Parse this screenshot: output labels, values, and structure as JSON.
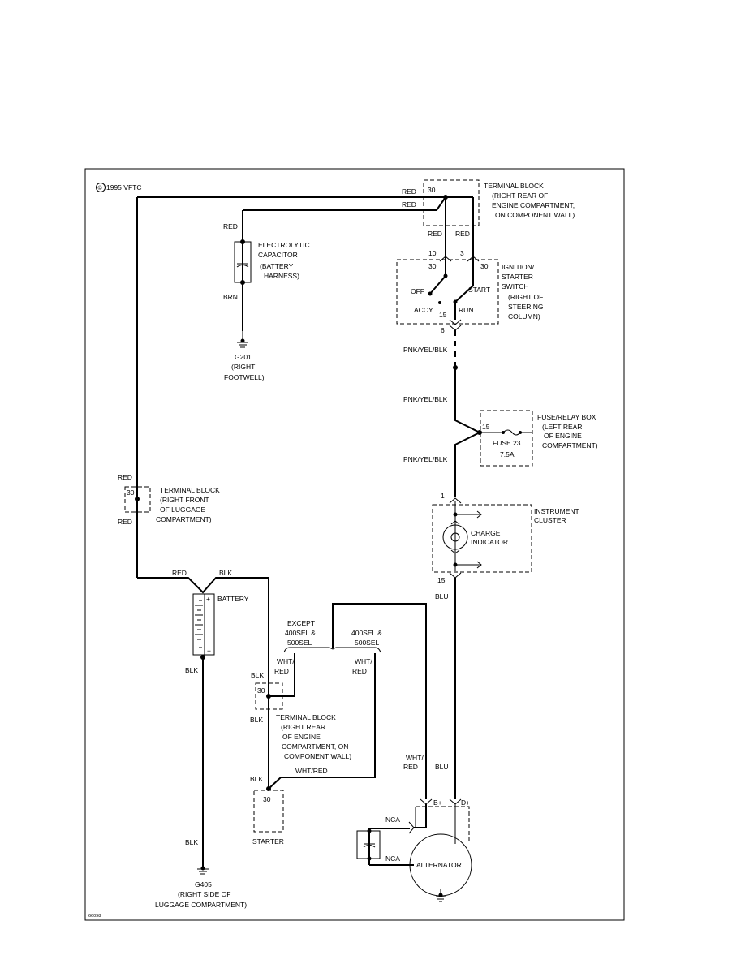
{
  "copyright": "1995 VFTC",
  "copyright_symbol": "©",
  "figure_id": "66098",
  "wires": {
    "red": "RED",
    "brn": "BRN",
    "blk": "BLK",
    "blu": "BLU",
    "pnk_yel_blk": "PNK/YEL/BLK",
    "wht_red": "WHT/RED",
    "wht_slash": "WHT/",
    "nca": "NCA"
  },
  "terminal_block_top": {
    "pin": "30",
    "label": [
      "TERMINAL BLOCK",
      "(RIGHT REAR OF",
      "ENGINE COMPARTMENT,",
      "ON COMPONENT WALL)"
    ]
  },
  "capacitor": {
    "label": [
      "ELECTROLYTIC",
      "CAPACITOR",
      "(BATTERY",
      "HARNESS)"
    ]
  },
  "ground_g201": {
    "label": [
      "G201",
      "(RIGHT",
      "FOOTWELL)"
    ]
  },
  "ignition_switch": {
    "pin_left_top": "10",
    "pin_right_top": "3",
    "pin_left": "30",
    "pin_right": "30",
    "pin_bottom": "15",
    "pin_out": "6",
    "off": "OFF",
    "start": "START",
    "accy": "ACCY",
    "run": "RUN",
    "label": [
      "IGNITION/",
      "STARTER",
      "SWITCH",
      "(RIGHT OF",
      "STEERING",
      "COLUMN)"
    ]
  },
  "fuse_box": {
    "pin": "15",
    "fuse": "FUSE 23",
    "rating": "7.5A",
    "label": [
      "FUSE/RELAY BOX",
      "(LEFT REAR",
      "OF ENGINE",
      "COMPARTMENT)"
    ]
  },
  "terminal_block_luggage": {
    "pin": "30",
    "label": [
      "TERMINAL BLOCK",
      "(RIGHT FRONT",
      "OF LUGGAGE",
      "COMPARTMENT)"
    ]
  },
  "instrument_cluster": {
    "pin_top": "1",
    "pin_bottom": "15",
    "indicator": [
      "CHARGE",
      "INDICATOR"
    ],
    "label": [
      "INSTRUMENT",
      "CLUSTER"
    ]
  },
  "battery": {
    "label": "BATTERY",
    "plus": "+",
    "minus": "−"
  },
  "variants": {
    "except": [
      "EXCEPT",
      "400SEL &",
      "500SEL"
    ],
    "only": [
      "400SEL &",
      "500SEL"
    ]
  },
  "terminal_block_engine": {
    "pin": "30",
    "label": [
      "TERMINAL BLOCK",
      "(RIGHT REAR",
      "OF ENGINE",
      "COMPARTMENT, ON",
      "COMPONENT WALL)"
    ]
  },
  "starter": {
    "pin": "30",
    "label": "STARTER"
  },
  "alternator": {
    "label": "ALTERNATOR",
    "b_plus": "B+",
    "d_plus": "D+"
  },
  "ground_g405": {
    "label": [
      "G405",
      "(RIGHT SIDE OF",
      "LUGGAGE COMPARTMENT)"
    ]
  }
}
